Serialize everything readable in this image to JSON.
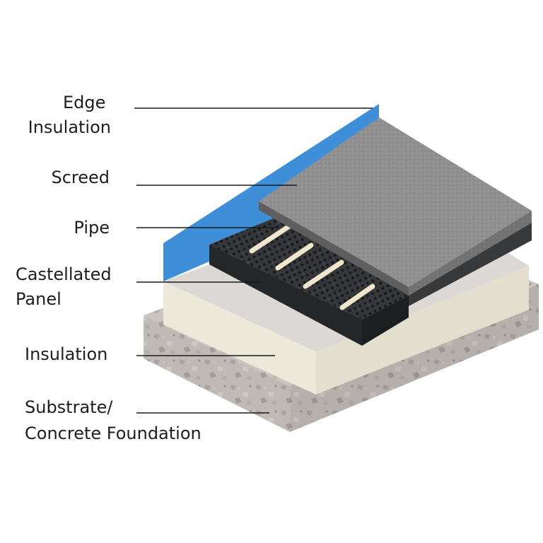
{
  "labels": {
    "edge_insulation": [
      "Edge",
      "Insulation"
    ],
    "screed": "Screed",
    "pipe": "Pipe",
    "castellated_panel": [
      "Castellated",
      "Panel"
    ],
    "insulation": "Insulation",
    "substrate": [
      "Substrate/",
      "Concrete Foundation"
    ]
  },
  "colors": {
    "edge_insulation": "#3f8fd8",
    "screed": "#8e8e8e",
    "panel": "#2f3133",
    "pipe": "#efe6cc",
    "insulation": "#ece9dc",
    "concrete": "#c9c3bf"
  }
}
